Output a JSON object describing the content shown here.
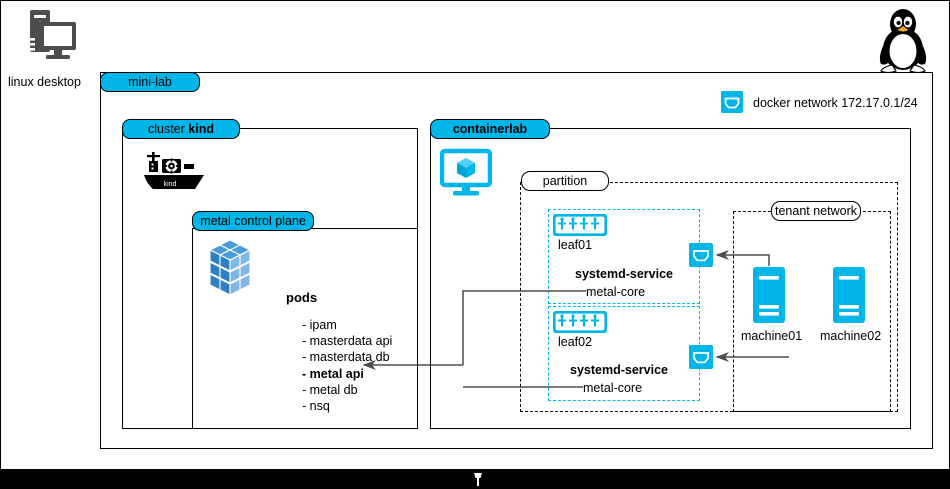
{
  "diagram": {
    "title": "mini-lab",
    "host": {
      "label": "linux desktop",
      "icon": "desktop-computer-icon"
    },
    "os_logo": "tux-penguin-icon",
    "docker_network": {
      "label": "docker network 172.17.0.1/24",
      "icon": "network-port-icon"
    },
    "cluster": {
      "label_prefix": "cluster ",
      "label_name": "kind",
      "logo": "kind-ship-icon",
      "control_plane": {
        "label": "metal control plane",
        "logo": "kubernetes-cube-icon",
        "pods_title": "pods",
        "pods": [
          {
            "name": "- ipam",
            "bold": false
          },
          {
            "name": "- masterdata api",
            "bold": false
          },
          {
            "name": "- masterdata db",
            "bold": false
          },
          {
            "name": "- metal api",
            "bold": true
          },
          {
            "name": "- metal db",
            "bold": false
          },
          {
            "name": "- nsq",
            "bold": false
          }
        ]
      }
    },
    "containerlab": {
      "label": "containerlab",
      "logo": "containerlab-monitor-cube-icon",
      "partition": {
        "label": "partition",
        "leaves": [
          {
            "name": "leaf01",
            "icon": "network-switch-icon",
            "service_title": "systemd-service",
            "service_name": "metal-core",
            "port_icon": "network-port-icon"
          },
          {
            "name": "leaf02",
            "icon": "network-switch-icon",
            "service_title": "systemd-service",
            "service_name": "metal-core",
            "port_icon": "network-port-icon"
          }
        ]
      },
      "tenant_network": {
        "label": "tenant network",
        "machines": [
          {
            "name": "machine01",
            "icon": "server-tower-icon"
          },
          {
            "name": "machine02",
            "icon": "server-tower-icon"
          }
        ]
      }
    },
    "colors": {
      "accent_cyan": "#00b5e8",
      "k8s_blue": "#326ce5",
      "line": "#4d4d4d",
      "border": "#000000",
      "bar": "#000000"
    }
  }
}
